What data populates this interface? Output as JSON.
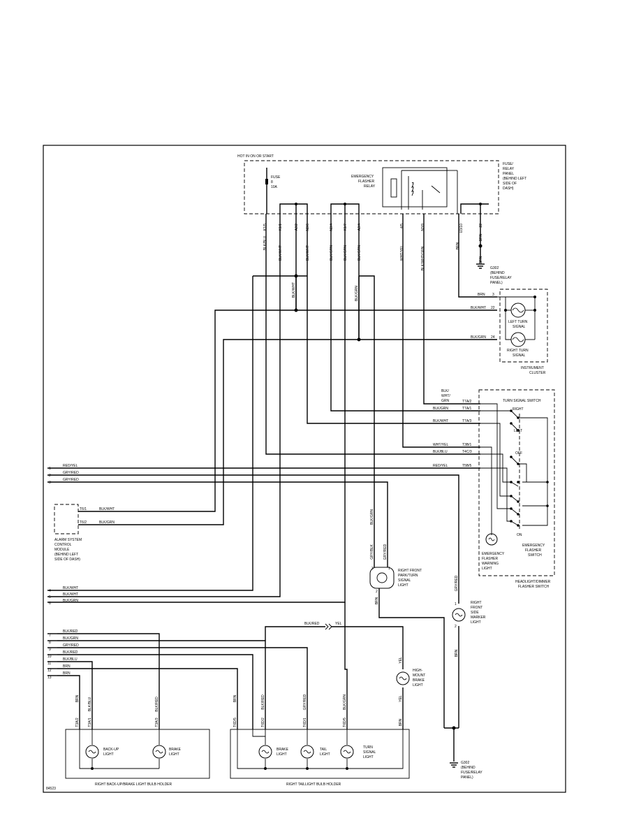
{
  "diagram_id": "84523",
  "fuse_panel": {
    "hot_label": "HOT IN ON OR START",
    "fuse": [
      "FUSE",
      "8",
      "10A"
    ],
    "relay": [
      "EMERGENCY",
      "FLASHER",
      "RELAY"
    ],
    "panel": [
      "FUSE/",
      "RELAY",
      "PANEL",
      "(BEHIND LEFT",
      "SIDE OF",
      "DASH)"
    ],
    "pins": [
      "K1/5",
      "K1/1",
      "A3/2",
      "N3/6",
      "N3/4",
      "K1/7",
      "A3/4",
      "4/5",
      "N3/9",
      "U3/10",
      "22"
    ]
  },
  "ground_top": [
    "G302",
    "(BEHIND",
    "FUSE/RELAY",
    "PANEL)"
  ],
  "ground_bottom": [
    "G302",
    "(BEHIND",
    "FUSE/RELAY",
    "PANEL)"
  ],
  "top_wires": [
    "BLK/BLU",
    "BLK/WHT",
    "BLK/WHT",
    "BLK/GRN",
    "BLK/GRN",
    "BLK/GRN",
    "WHT/YEL",
    "BLK/WHT/GRN",
    "BRN",
    "BRN",
    "BRN"
  ],
  "instrument_cluster": {
    "title": [
      "INSTRUMENT",
      "CLUSTER"
    ],
    "rows": [
      {
        "wire": "BRN",
        "pin": "3"
      },
      {
        "wire": "BLK/WHT",
        "pin": "22"
      },
      {
        "wire": "BLK/GRN",
        "pin": "24"
      }
    ],
    "left": [
      "LEFT TURN",
      "SIGNAL"
    ],
    "right": [
      "RIGHT TURN",
      "SIGNAL"
    ]
  },
  "vertical_labels": [
    "BLK/WHT",
    "BLK/GRN",
    "BLK/GRN",
    "GRY/BLK",
    "GRY/RED",
    "BRN",
    "GRY/RED",
    "BRN"
  ],
  "switch": {
    "title": "TURN SIGNAL SWITCH",
    "pos": [
      "RIGHT",
      "LEFT",
      "OFF",
      "ON"
    ],
    "pins": [
      {
        "wire": [
          "BLK/",
          "WHT/",
          "GRN"
        ],
        "pin": "T7A/2"
      },
      {
        "wire": [
          "BLK/GRN"
        ],
        "pin": "T7A/1"
      },
      {
        "wire": [
          "BLK/WHT"
        ],
        "pin": "T7A/3"
      },
      {
        "wire": [
          "WHT/YEL"
        ],
        "pin": "T3B/1"
      },
      {
        "wire": [
          "BLK/BLU"
        ],
        "pin": "T4C/3"
      },
      {
        "wire": [
          "RED/YEL"
        ],
        "pin": "T5B/5"
      }
    ],
    "flasher_switch": [
      "EMERGENCY",
      "FLASHER",
      "SWITCH"
    ],
    "warning_light": [
      "EMERGENCY",
      "FLASHER",
      "WARNING",
      "LIGHT"
    ],
    "footer": [
      "HEADLIGHT/DIMMER",
      "FLASHER SWITCH"
    ]
  },
  "left_connectors": [
    {
      "num": "1",
      "wire": "RED/YEL"
    },
    {
      "num": "2",
      "wire": "GRY/RED"
    },
    {
      "num": "3",
      "wire": "GRY/RED"
    },
    {
      "num": "4",
      "wire": "BLK/WHT"
    },
    {
      "num": "5",
      "wire": "BLK/WHT"
    },
    {
      "num": "6",
      "wire": "BLK/GRN"
    },
    {
      "num": "7",
      "wire": "BLK/RED"
    },
    {
      "num": "8",
      "wire": "BLK/GRN"
    },
    {
      "num": "9",
      "wire": "GRY/RED"
    },
    {
      "num": "10",
      "wire": "BLK/RED"
    },
    {
      "num": "11",
      "wire": "BLK/BLU"
    },
    {
      "num": "12",
      "wire": "BRN"
    },
    {
      "num": "13",
      "wire": "BRN"
    }
  ],
  "alarm_module": {
    "pins": [
      {
        "pin": "T6/1",
        "wire": "BLK/WHT"
      },
      {
        "pin": "T6/2",
        "wire": "BLK/GRN"
      }
    ],
    "label": [
      "ALARM SYSTEM",
      "CONTROL",
      "MODULE",
      "(BEHIND LEFT",
      "SIDE OF DASH)"
    ]
  },
  "front_park": {
    "label": [
      "RIGHT FRONT",
      "PARK/TURN",
      "SIGNAL",
      "LIGHT"
    ],
    "pins": [
      "3",
      "1",
      "2"
    ]
  },
  "side_marker": {
    "label": [
      "RIGHT",
      "FRONT",
      "SIDE",
      "MARKER",
      "LIGHT"
    ],
    "pins": [
      "1",
      "2"
    ]
  },
  "high_mount": {
    "label": [
      "HIGH-",
      "MOUNT",
      "BRAKE",
      "LIGHT"
    ]
  },
  "splice_wires": [
    "BLK/RED",
    "YEL",
    "YEL",
    "YEL"
  ],
  "backup_holder": {
    "title": "RIGHT BACK-UP/BRAKE LIGHT BULB HOLDER",
    "wires": [
      "BRN",
      "BLK/BLU",
      "BLK/RED"
    ],
    "pins": [
      "T3A/2",
      "T3A/1",
      "T3A/3"
    ],
    "bulbs": [
      [
        "BACK-UP",
        "LIGHT"
      ],
      [
        "BRAKE",
        "LIGHT"
      ]
    ]
  },
  "taillight_holder": {
    "title": "RIGHT TAILLIGHT BULB HOLDER",
    "wires": [
      "BRN",
      "BLK/RED",
      "GRY/RED",
      "BLK/GRN",
      "BRN"
    ],
    "pins": [
      "T6D/5",
      "T6D/2",
      "T6D/1",
      "T6D/5",
      "BRN"
    ],
    "bulbs": [
      [
        "BRAKE",
        "LIGHT"
      ],
      [
        "TAIL",
        "LIGHT"
      ],
      [
        "TURN",
        "SIGNAL",
        "LIGHT"
      ]
    ]
  }
}
